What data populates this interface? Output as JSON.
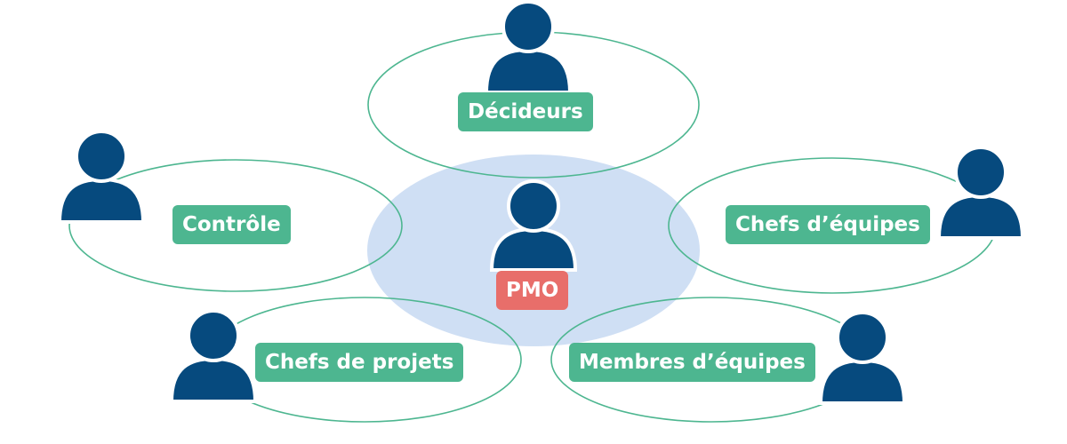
{
  "colors": {
    "person": "#064a7e",
    "badge": "#4db690",
    "badge_center": "#e86e6a",
    "ring": "#4db690",
    "center_fill": "#cfdff4"
  },
  "nodes": {
    "center": {
      "label": "PMO",
      "icon": "person-icon"
    },
    "top": {
      "label": "Décideurs",
      "icon": "person-icon"
    },
    "left": {
      "label": "Contrôle",
      "icon": "person-icon"
    },
    "right": {
      "label": "Chefs d’équipes",
      "icon": "person-icon"
    },
    "bottom_left": {
      "label": "Chefs de projets",
      "icon": "person-icon"
    },
    "bottom_right": {
      "label": "Membres d’équipes",
      "icon": "person-icon"
    }
  }
}
